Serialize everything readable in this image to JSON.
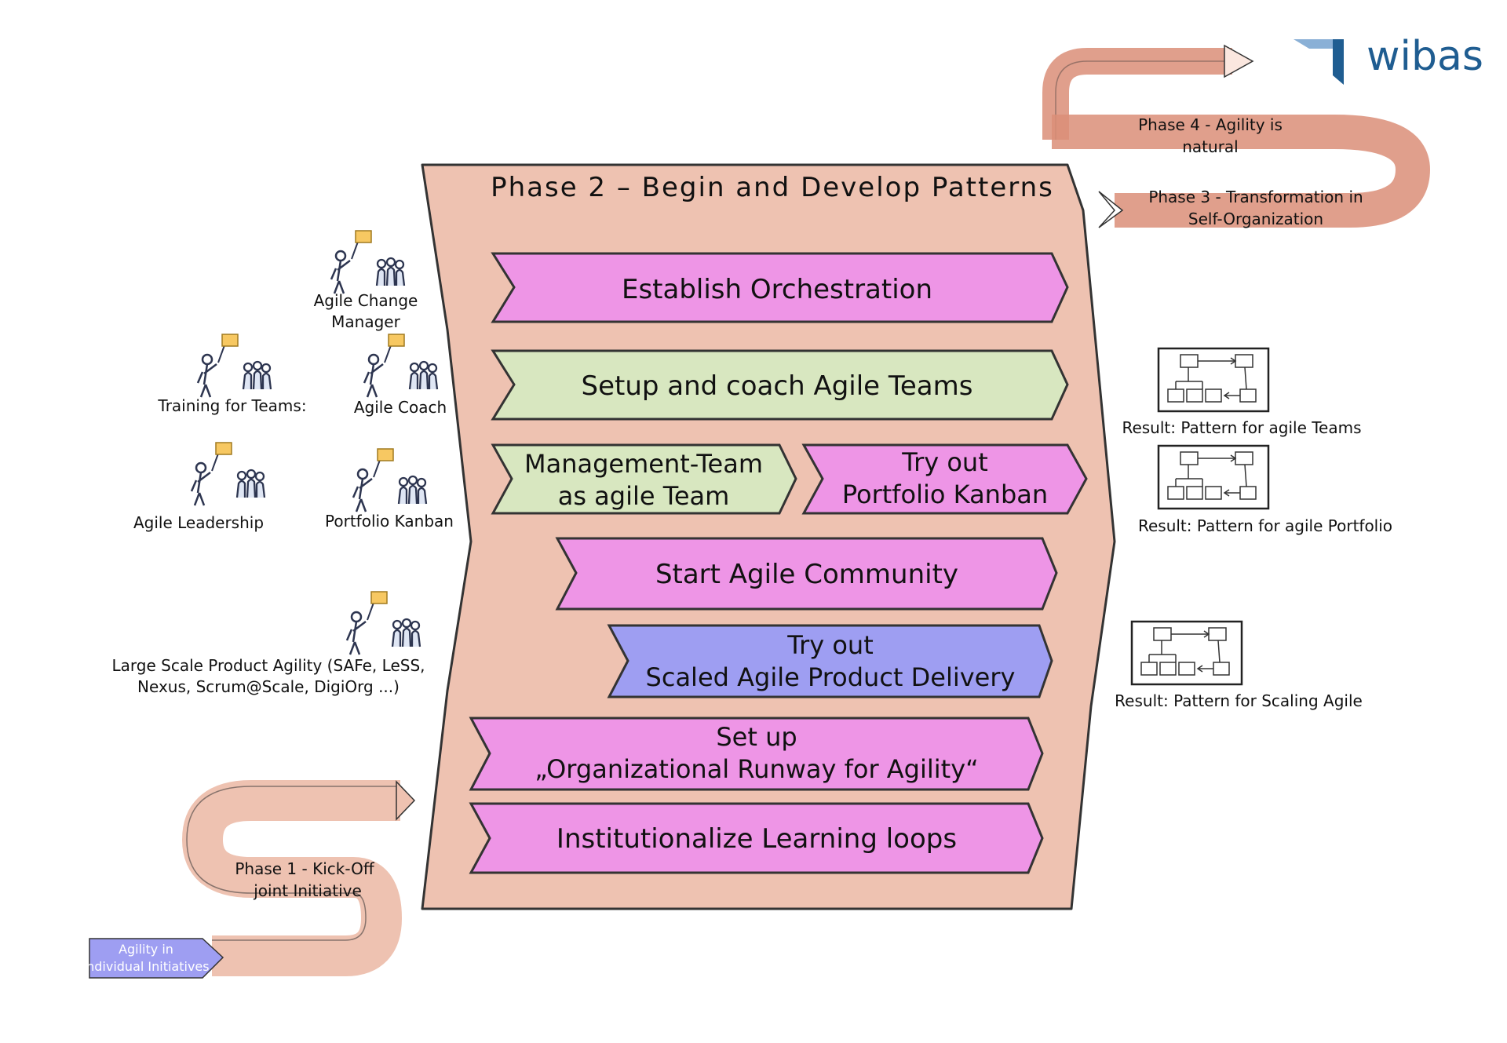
{
  "logo": {
    "text": "wibas"
  },
  "phase2": {
    "title": "Phase 2 – Begin and Develop Patterns"
  },
  "arrows": {
    "orchestration": "Establish Orchestration",
    "setup_coach": "Setup and coach Agile Teams",
    "management_team": [
      "Management-Team",
      "as agile Team"
    ],
    "portfolio_kanban": [
      "Try out",
      "Portfolio Kanban"
    ],
    "community": "Start Agile Community",
    "scaled_delivery": [
      "Try out",
      "Scaled Agile Product Delivery"
    ],
    "runway": [
      "Set up",
      "„Organizational Runway for Agility“"
    ],
    "learning": "Institutionalize Learning loops"
  },
  "roles": {
    "change_manager": [
      "Agile Change",
      "Manager"
    ],
    "training": "Training for Teams:",
    "coach": "Agile Coach",
    "leadership": "Agile Leadership",
    "portfolio": "Portfolio Kanban",
    "large_scale": [
      "Large Scale Product Agility (SAFe, LeSS,",
      "Nexus, Scrum@Scale, DigiOrg ...)"
    ]
  },
  "results": {
    "teams": "Result: Pattern for agile Teams",
    "portfolio": "Result: Pattern for agile Portfolio",
    "scaling": "Result: Pattern for Scaling Agile"
  },
  "phases": {
    "phase1": [
      "Phase 1 - Kick-Off",
      "joint Initiative"
    ],
    "phase3": [
      "Phase 3 - Transformation in",
      "Self-Organization"
    ],
    "phase4": [
      "Phase 4 - Agility is",
      "natural"
    ],
    "agility_individual": [
      "Agility in",
      "Individual Initiatives"
    ]
  },
  "colors": {
    "phase_bg": "#eec2b1",
    "magenta": "#ee95e6",
    "green": "#d8e7c0",
    "blue": "#9e9ef2",
    "salmon": "#db8e78",
    "logo": "#1f5d91"
  }
}
